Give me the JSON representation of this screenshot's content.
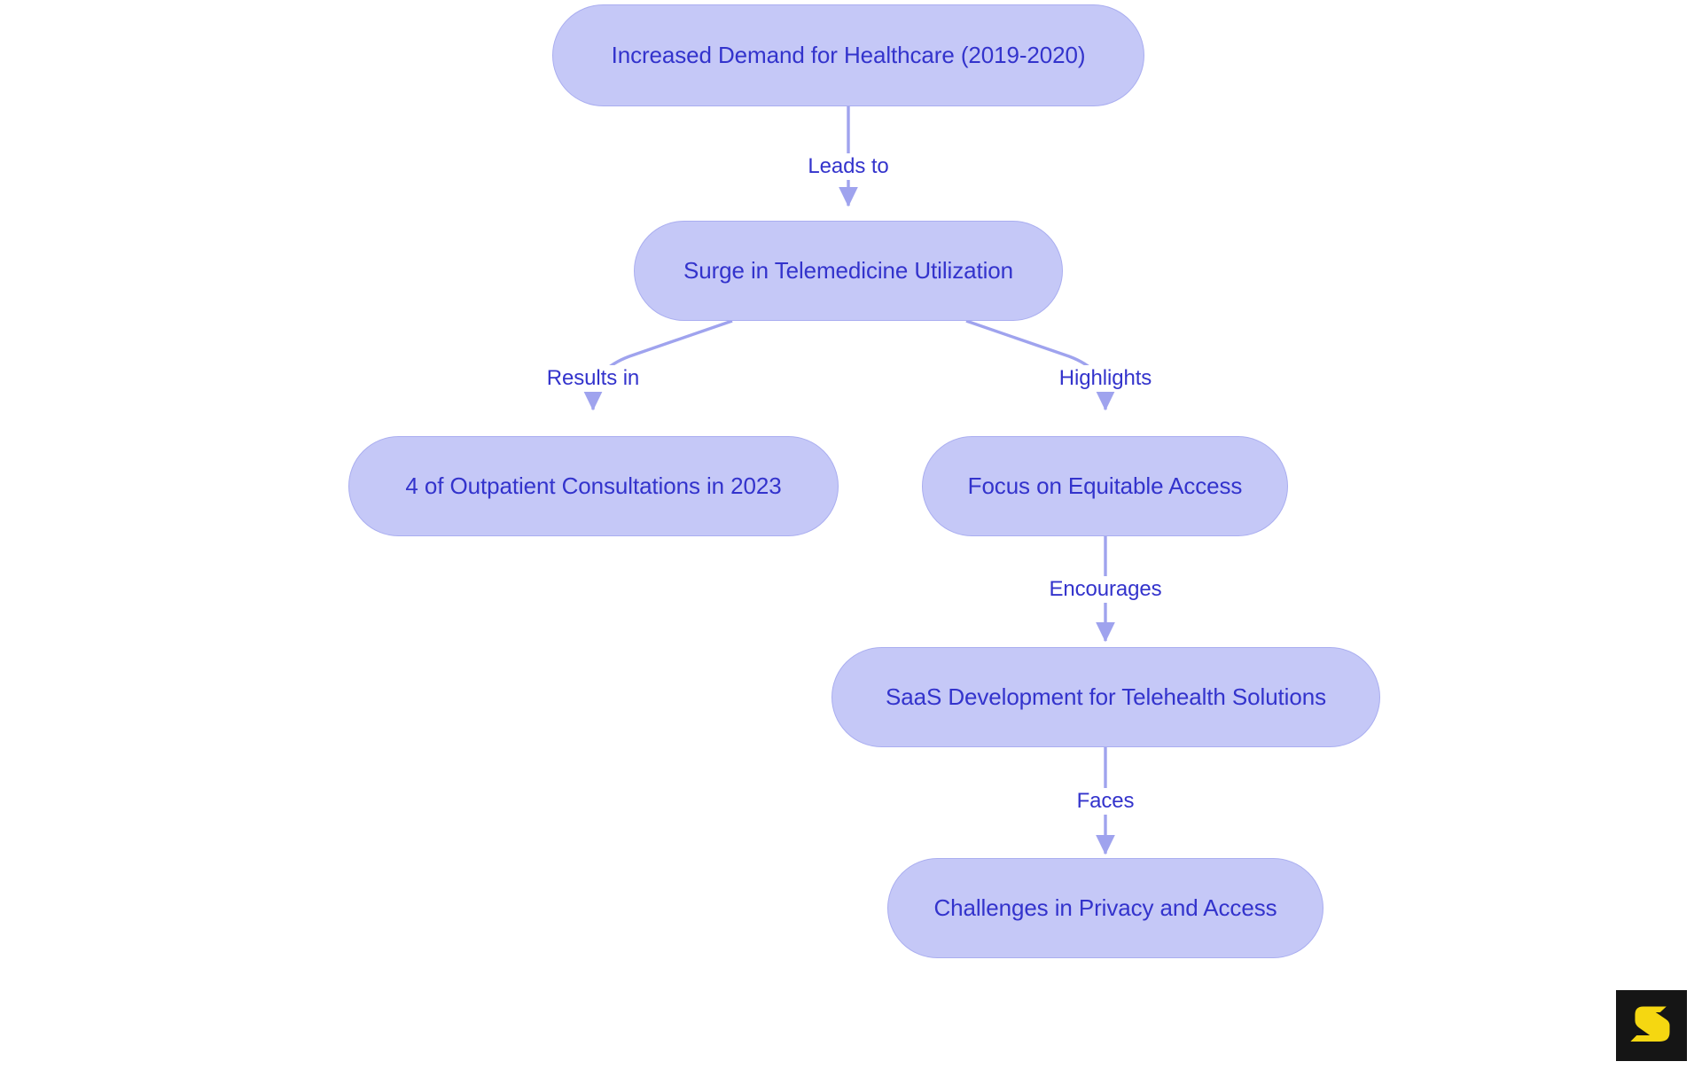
{
  "diagram": {
    "type": "flowchart",
    "direction": "top-down",
    "background_color": "#ffffff",
    "node_fill_color": "#c5c8f7",
    "node_border_color": "#aaaef0",
    "node_text_color": "#3333cc",
    "edge_color": "#9fa3ee",
    "edge_label_color": "#3333cc",
    "nodes": [
      {
        "id": "n1",
        "label": "Increased Demand for Healthcare (2019-2020)"
      },
      {
        "id": "n2",
        "label": "Surge in Telemedicine Utilization"
      },
      {
        "id": "n3",
        "label": "4 of Outpatient Consultations in 2023"
      },
      {
        "id": "n4",
        "label": "Focus on Equitable Access"
      },
      {
        "id": "n5",
        "label": "SaaS Development for Telehealth Solutions"
      },
      {
        "id": "n6",
        "label": "Challenges in Privacy and Access"
      }
    ],
    "edges": [
      {
        "from": "n1",
        "to": "n2",
        "label": "Leads to"
      },
      {
        "from": "n2",
        "to": "n3",
        "label": "Results in"
      },
      {
        "from": "n2",
        "to": "n4",
        "label": "Highlights"
      },
      {
        "from": "n4",
        "to": "n5",
        "label": "Encourages"
      },
      {
        "from": "n5",
        "to": "n6",
        "label": "Faces"
      }
    ]
  },
  "logo": {
    "name": "s-logo",
    "glyph": "S",
    "foreground_color": "#f5d711",
    "background_color": "#151515"
  }
}
